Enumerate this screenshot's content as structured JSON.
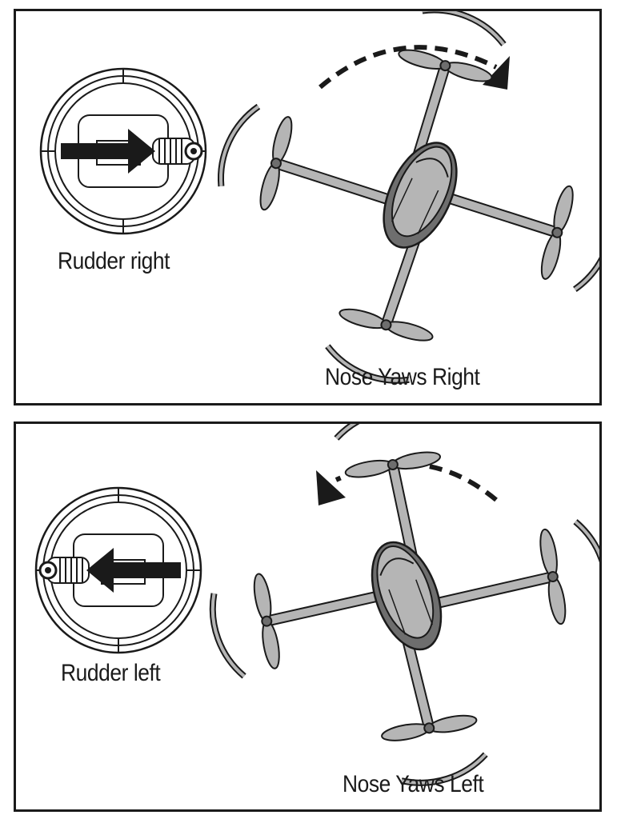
{
  "panels": [
    {
      "stick_caption": "Rudder right",
      "motion_caption": "Nose Yaws Right",
      "stick_direction": "right",
      "yaw_direction": "clockwise"
    },
    {
      "stick_caption": "Rudder left",
      "motion_caption": "Nose Yaws Left",
      "stick_direction": "left",
      "yaw_direction": "counter-clockwise"
    }
  ],
  "colors": {
    "outline": "#1a1a1a",
    "drone_fill": "#b5b5b5",
    "drone_dark": "#6e6e6e",
    "background": "#ffffff"
  }
}
